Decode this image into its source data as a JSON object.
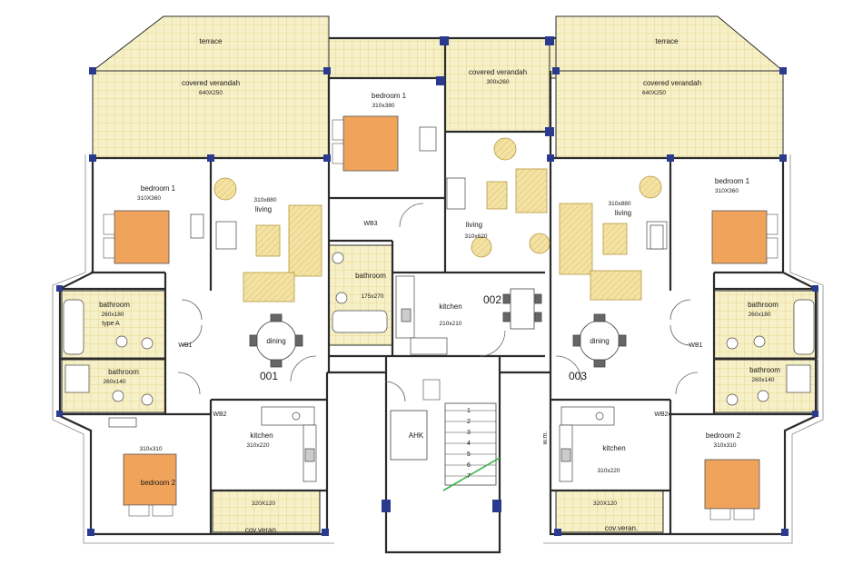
{
  "colors": {
    "wall": "#2b2b2b",
    "pillar": "#2a3b8f",
    "tile": "#f6f0c8",
    "tile_line": "#e2cf7a",
    "bed": "#f0a35a",
    "sofa": "#f3e2a3",
    "fixture": "#999999",
    "stair_rail": "#3bb34a"
  },
  "apt1": {
    "terrace": "terrace",
    "verandah": "covered verandah",
    "verandah_dim": "640X250",
    "bedroom1": "bedroom 1",
    "bedroom1_dim": "310X360",
    "living_dim": "310x880",
    "living": "living",
    "bathroomA": "bathroom",
    "bathroomA_dim": "260x180",
    "bathroomA_type": "type A",
    "wb1": "WB1",
    "bathroom2": "bathroom",
    "bathroom2_dim": "260x140",
    "dining": "dining",
    "number": "001",
    "wb2": "WB2",
    "bedroom2_dim": "310x310",
    "bedroom2": "bedroom 2",
    "kitchen": "kitchen",
    "kitchen_dim": "310x220",
    "cov_dim": "320X120",
    "cov_veran": "cov.veran."
  },
  "apt2": {
    "verandah": "covered verandah",
    "verandah_dim": "300x260",
    "bedroom1": "bedroom 1",
    "bedroom1_dim": "310x380",
    "wb3": "WB3",
    "living": "living",
    "living_dim": "310x620",
    "bathroom": "bathroom",
    "bathroom_dim": "175x270",
    "kitchen": "kitchen",
    "kitchen_dim": "210x210",
    "number": "002"
  },
  "apt3": {
    "terrace": "terrace",
    "verandah": "covered verandah",
    "verandah_dim": "640X250",
    "bedroom1": "bedroom 1",
    "bedroom1_dim": "310X360",
    "living_dim": "310x880",
    "living": "living",
    "bathroomA": "bathroom",
    "bathroomA_dim": "260x180",
    "wb1": "WB1",
    "bathroom2": "bathroom",
    "bathroom2_dim": "260x140",
    "dining": "dining",
    "number": "003",
    "wb2": "WB2",
    "wm": "w.m.",
    "bedroom2": "bedroom 2",
    "bedroom2_dim": "310x310",
    "kitchen": "kitchen",
    "kitchen_dim": "310x220",
    "cov_dim": "320X120",
    "cov_veran": "cov.veran."
  },
  "core": {
    "ahk": "AHK",
    "steps": [
      "1",
      "2",
      "3",
      "4",
      "5",
      "6",
      "7"
    ]
  }
}
